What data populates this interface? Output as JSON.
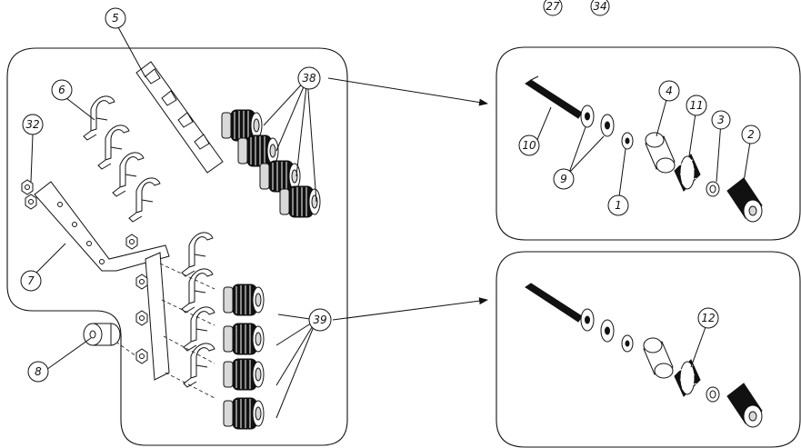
{
  "diagram": {
    "labels": {
      "l2": "2",
      "l3": "3",
      "l4": "4",
      "l5": "5",
      "l6": "6",
      "l7": "7",
      "l8": "8",
      "l9": "9",
      "l10": "10",
      "l11": "11",
      "l12": "12",
      "l1": "1",
      "l27": "27",
      "l32": "32",
      "l34": "34",
      "l38": "38",
      "l39": "39"
    },
    "line_color": "#111111",
    "background": "#ffffff"
  }
}
